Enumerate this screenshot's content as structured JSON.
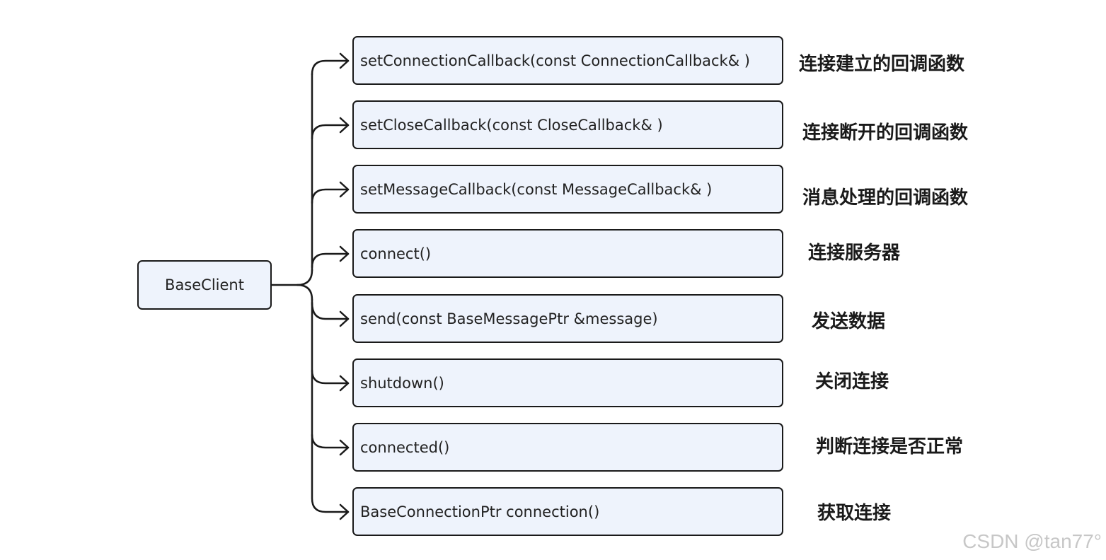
{
  "root": {
    "label": "BaseClient"
  },
  "methods": [
    {
      "signature": "setConnectionCallback(const ConnectionCallback& )",
      "description": "连接建立的回调函数"
    },
    {
      "signature": "setCloseCallback(const CloseCallback& )",
      "description": "连接断开的回调函数"
    },
    {
      "signature": "setMessageCallback(const MessageCallback& )",
      "description": "消息处理的回调函数"
    },
    {
      "signature": "connect()",
      "description": "连接服务器"
    },
    {
      "signature": "send(const BaseMessagePtr &message)",
      "description": "发送数据"
    },
    {
      "signature": "shutdown()",
      "description": "关闭连接"
    },
    {
      "signature": "connected()",
      "description": "判断连接是否正常"
    },
    {
      "signature": "BaseConnectionPtr connection()",
      "description": "获取连接"
    }
  ],
  "watermark": "CSDN @tan77°",
  "colors": {
    "node_fill": "#eef3fc",
    "stroke": "#1a1a1a",
    "watermark": "#c7c7c7"
  }
}
